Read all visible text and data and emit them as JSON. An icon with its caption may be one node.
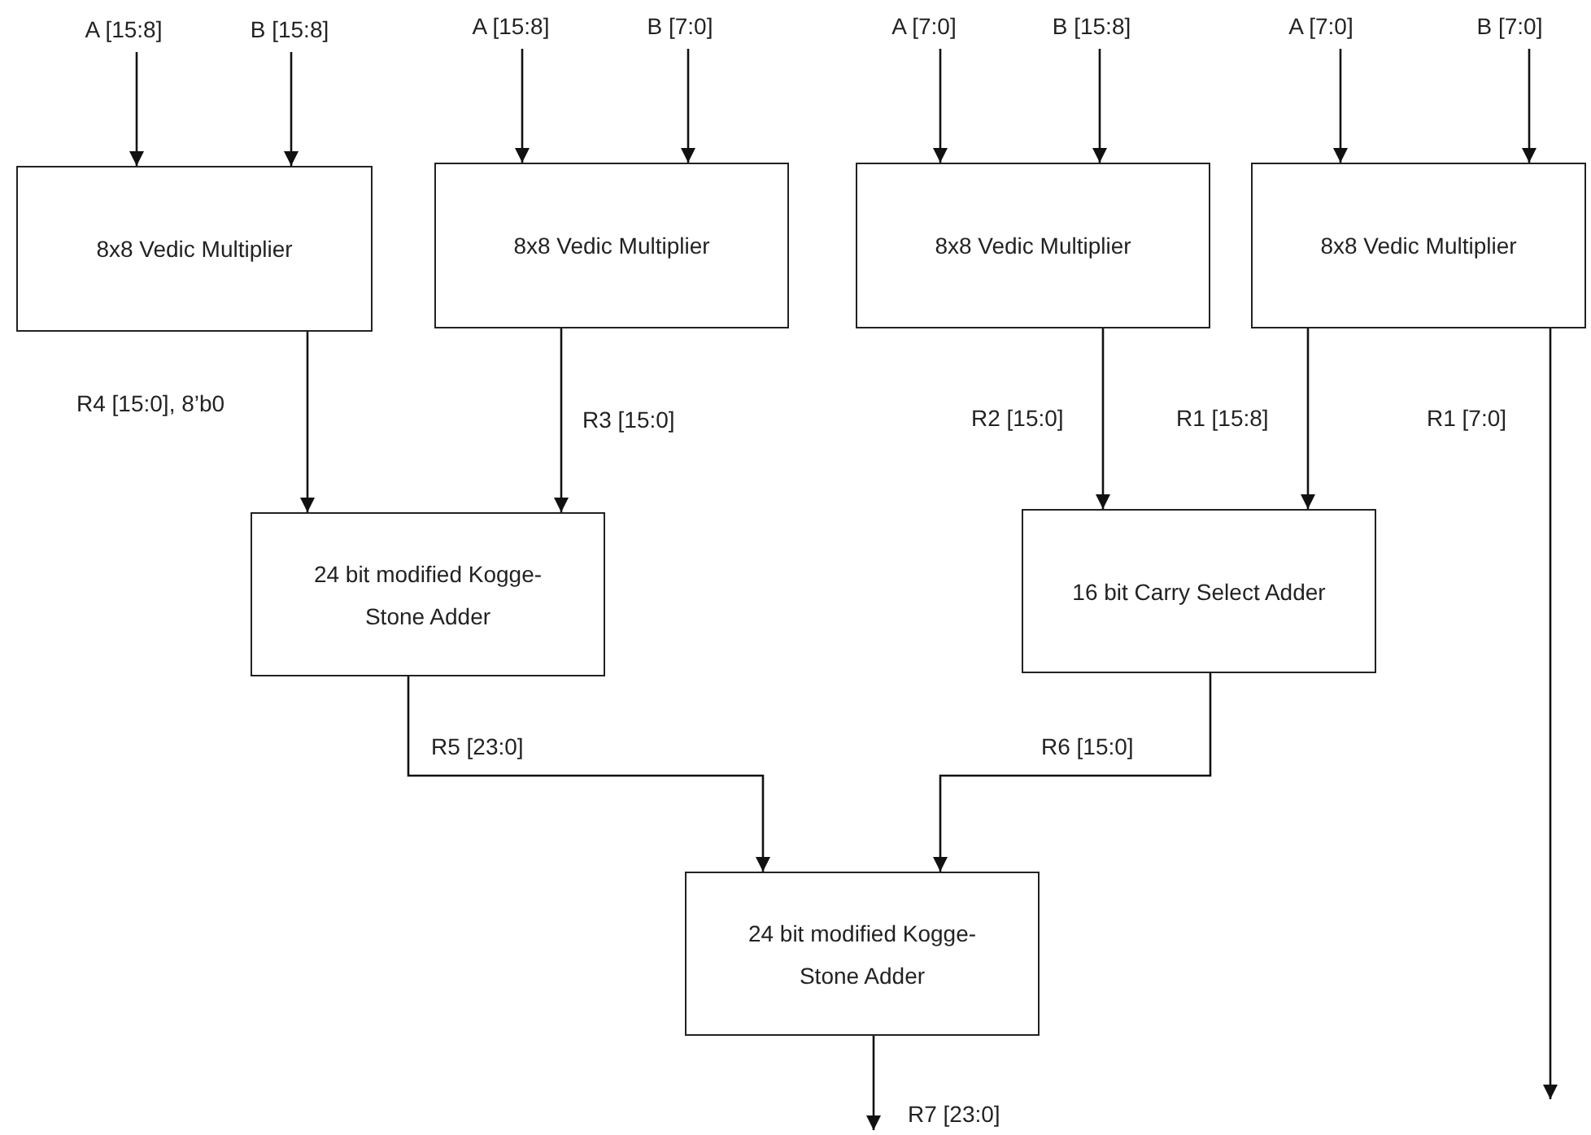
{
  "diagram": {
    "nodes": [
      {
        "text": [
          "A [15:8]"
        ]
      },
      {
        "text": [
          "B [15:8]"
        ]
      },
      {
        "text": [
          "A [15:8]"
        ]
      },
      {
        "text": [
          "B [7:0]"
        ]
      },
      {
        "text": [
          "A [7:0]"
        ]
      },
      {
        "text": [
          "B [15:8]"
        ]
      },
      {
        "text": [
          "A [7:0]"
        ]
      },
      {
        "text": [
          "B [7:0]"
        ]
      },
      {
        "text": [
          "8x8 Vedic Multiplier"
        ]
      },
      {
        "text": [
          "8x8 Vedic Multiplier"
        ]
      },
      {
        "text": [
          "8x8 Vedic Multiplier"
        ]
      },
      {
        "text": [
          "8x8 Vedic Multiplier"
        ]
      },
      {
        "text": [
          "24 bit modified Kogge-Stone Adder"
        ]
      },
      {
        "text": [
          "16 bit Carry Select Adder"
        ]
      },
      {
        "text": [
          "24 bit modified Kogge-Stone Adder"
        ]
      }
    ],
    "edges": [
      {
        "from": 0,
        "to": 8,
        "arrow": "to"
      },
      {
        "from": 1,
        "to": 8,
        "arrow": "to"
      },
      {
        "from": 2,
        "to": 9,
        "arrow": "to"
      },
      {
        "from": 3,
        "to": 9,
        "arrow": "to"
      },
      {
        "from": 4,
        "to": 10,
        "arrow": "to"
      },
      {
        "from": 5,
        "to": 10,
        "arrow": "to"
      },
      {
        "from": 6,
        "to": 11,
        "arrow": "to"
      },
      {
        "from": 7,
        "to": 11,
        "arrow": "to"
      },
      {
        "from": 8,
        "to": 12,
        "arrow": "to",
        "label": "R4 [15:0], 8’b0"
      },
      {
        "from": 9,
        "to": 12,
        "arrow": "to",
        "label": "R3 [15:0]"
      },
      {
        "from": 10,
        "to": 13,
        "arrow": "to",
        "label": "R2 [15:0]"
      },
      {
        "from": 11,
        "to": 13,
        "arrow": "to",
        "label": "R1 [15:8]"
      },
      {
        "from": 11,
        "to": null,
        "arrow": "to",
        "label": "R1 [7:0]"
      },
      {
        "from": 12,
        "to": 14,
        "arrow": "to",
        "label": "R5 [23:0]"
      },
      {
        "from": 13,
        "to": 14,
        "arrow": "to",
        "label": "R6 [15:0]"
      },
      {
        "from": 14,
        "to": null,
        "arrow": "to",
        "label": "R7 [23:0]"
      }
    ]
  }
}
